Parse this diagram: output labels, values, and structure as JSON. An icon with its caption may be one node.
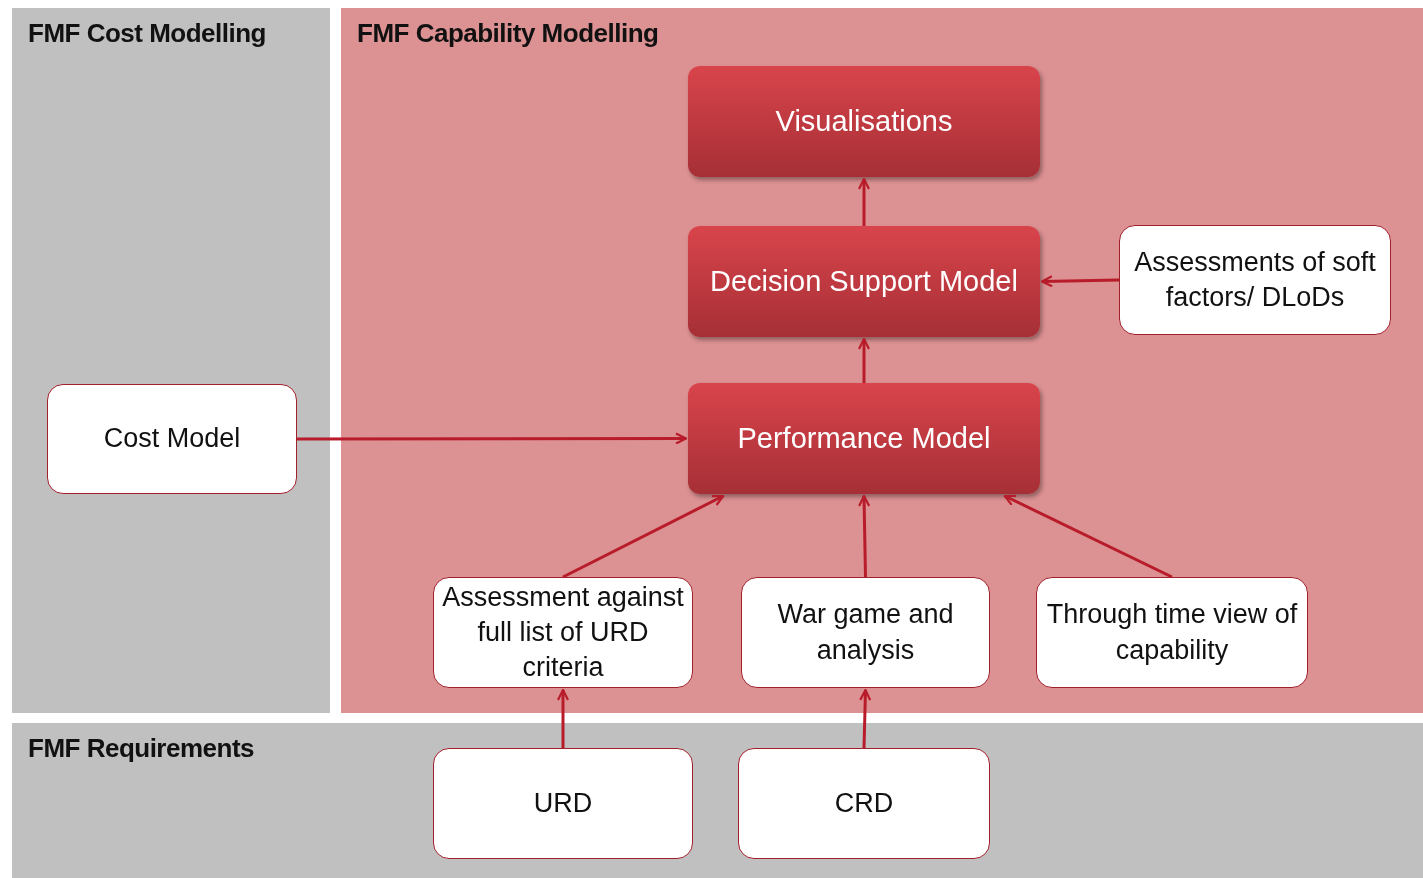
{
  "diagram": {
    "nodes": [
      {
        "text": [
          "FMF Cost Modelling"
        ]
      },
      {
        "text": [
          "FMF Capability Modelling"
        ]
      },
      {
        "text": [
          "Visualisations"
        ],
        "in": 1
      },
      {
        "text": [
          "Decision Support Model"
        ],
        "in": 1
      },
      {
        "text": [
          "Assessments of soft factors/ DLoDs"
        ],
        "in": 1
      },
      {
        "text": [
          "Cost Model"
        ],
        "in": 0
      },
      {
        "text": [
          "Performance Model"
        ],
        "in": 1
      },
      {
        "text": [
          "Assessment against full list of URD criteria"
        ],
        "in": 1
      },
      {
        "text": [
          "War game and analysis"
        ],
        "in": 1
      },
      {
        "text": [
          "Through time view of capability"
        ],
        "in": 1
      },
      {
        "text": [
          "FMF Requirements"
        ]
      },
      {
        "text": [
          "URD"
        ],
        "in": 10
      },
      {
        "text": [
          "CRD"
        ],
        "in": 10
      }
    ],
    "edges": [
      {
        "from": 3,
        "to": 2,
        "arrow": "to"
      },
      {
        "from": 6,
        "to": 3,
        "arrow": "to"
      },
      {
        "from": 4,
        "to": 3,
        "arrow": "to"
      },
      {
        "from": 5,
        "to": 6,
        "arrow": "to"
      },
      {
        "from": 7,
        "to": 6,
        "arrow": "to"
      },
      {
        "from": 8,
        "to": 6,
        "arrow": "to"
      },
      {
        "from": 9,
        "to": 6,
        "arrow": "to"
      },
      {
        "from": 11,
        "to": 7,
        "arrow": "to"
      },
      {
        "from": 12,
        "to": 8,
        "arrow": "to"
      }
    ]
  }
}
